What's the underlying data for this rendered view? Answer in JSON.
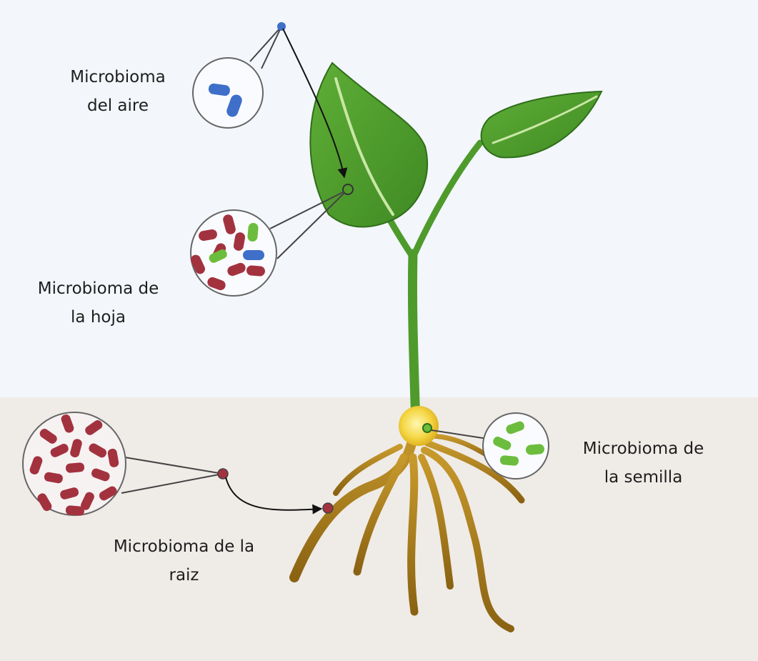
{
  "labels": {
    "air": {
      "line1": "Microbioma",
      "line2": "del aire"
    },
    "leaf": {
      "line1": "Microbioma de",
      "line2": "la hoja"
    },
    "seed": {
      "line1": "Microbioma de",
      "line2": "la semilla"
    },
    "root": {
      "line1": "Microbioma de la",
      "line2": "raiz"
    }
  },
  "colors": {
    "sky": "#f3f6fb",
    "soil": "#efebe7",
    "leaf_green": "#4e9b2c",
    "root_brown": "#a5791a",
    "seed_yellow": "#f2d13a",
    "microbe_blue": "#3e6fc9",
    "microbe_green": "#6cbd3d",
    "microbe_red": "#a3323f"
  }
}
